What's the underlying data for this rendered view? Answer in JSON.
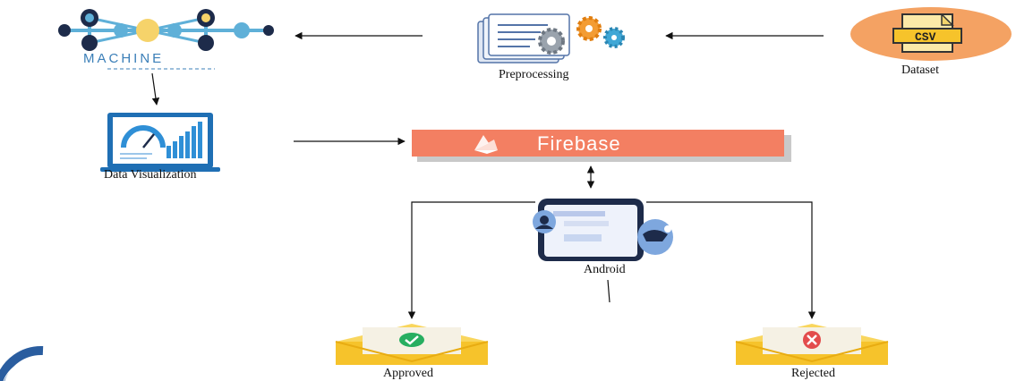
{
  "nodes": {
    "machine_learning": {
      "caption": "MACHINE"
    },
    "preprocessing": {
      "label": "Preprocessing"
    },
    "dataset": {
      "label": "Dataset",
      "badge": "CSV"
    },
    "data_visualization": {
      "label": "Data Visualization"
    },
    "firebase": {
      "label": "Firebase"
    },
    "android": {
      "label": "Android"
    },
    "approved": {
      "label": "Approved"
    },
    "rejected": {
      "label": "Rejected"
    }
  },
  "colors": {
    "firebase": "#f37f62",
    "envelope": "#f6c32b",
    "approved": "#27ae60",
    "rejected": "#e34c4c",
    "dataset_bg": "#f4a263"
  }
}
